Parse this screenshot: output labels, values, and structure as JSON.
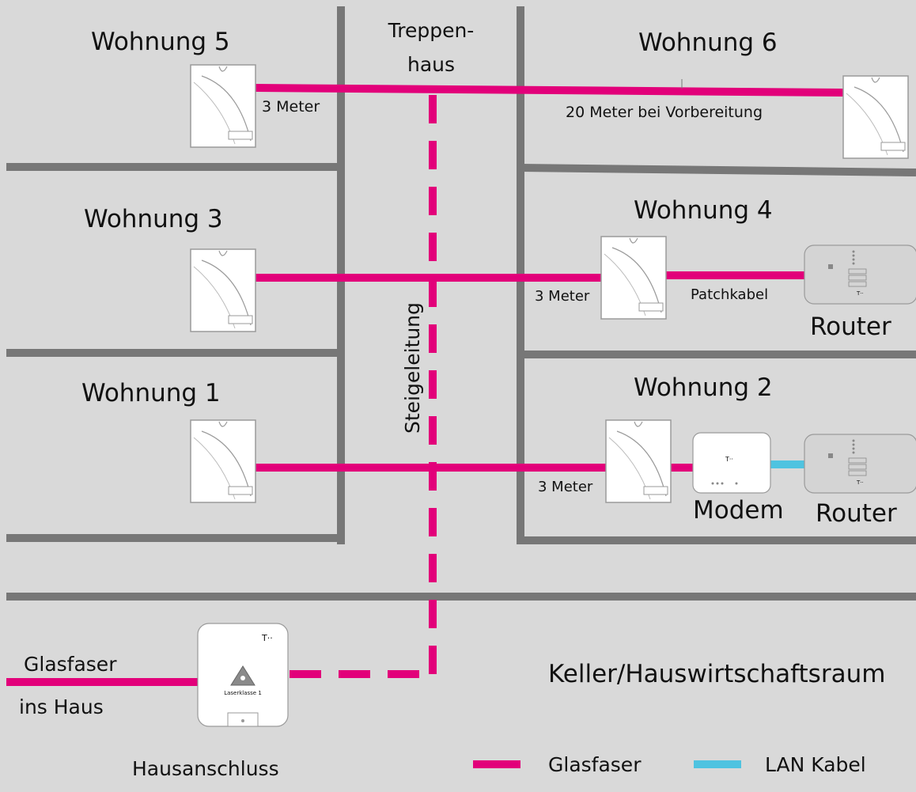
{
  "colors": {
    "background": "#d9d9d9",
    "wall": "#777777",
    "fiber": "#e2007a",
    "lan": "#4fc3e0",
    "device": "#ffffff",
    "device_stroke": "#9a9a9a",
    "router": "#d4d4d4"
  },
  "rooms": {
    "w5": "Wohnung 5",
    "w6": "Wohnung 6",
    "w3": "Wohnung 3",
    "w4": "Wohnung 4",
    "w1": "Wohnung 1",
    "w2": "Wohnung 2",
    "stair_line1": "Treppen-",
    "stair_line2": "haus",
    "cellar": "Keller/Hauswirtschaftsraum"
  },
  "lengths": {
    "w5": "3 Meter",
    "w6": "20 Meter bei Vorbereitung",
    "w4": "3 Meter",
    "w4_patch": "Patchkabel",
    "w2": "3 Meter"
  },
  "devices": {
    "router4": "Router",
    "router2": "Router",
    "modem": "Modem",
    "hausanschluss": "Hausanschluss",
    "laser": "Laserklasse 1"
  },
  "riser": "Steigeleitung",
  "incoming": {
    "line1": "Glasfaser",
    "line2": "ins Haus"
  },
  "legend": {
    "fiber": "Glasfaser",
    "lan": "LAN Kabel"
  },
  "router_buttons": [
    "",
    "",
    ""
  ]
}
